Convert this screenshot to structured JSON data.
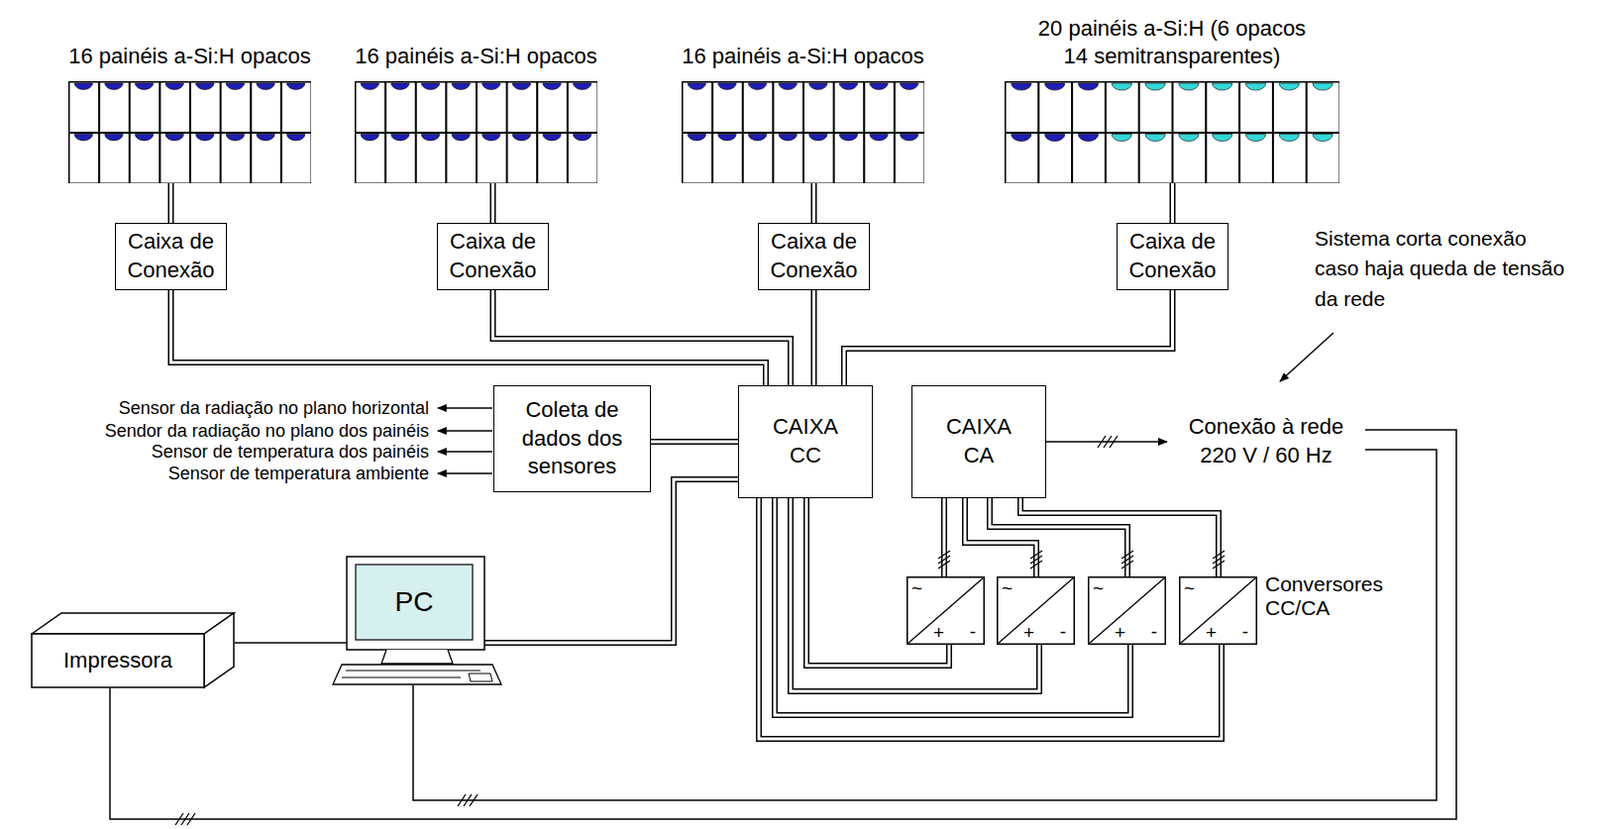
{
  "diagram": {
    "nodes": [
      {
        "text": [
          "16 painéis a-Si:H opacos"
        ]
      },
      {
        "text": [
          "16 painéis a-Si:H opacos"
        ]
      },
      {
        "text": [
          "16 painéis a-Si:H opacos"
        ]
      },
      {
        "text": [
          "20 painéis a-Si:H (6 opacos 14 semitransparentes)"
        ]
      },
      {
        "text": [
          "Caixa de Conexão"
        ]
      },
      {
        "text": [
          "Caixa de Conexão"
        ]
      },
      {
        "text": [
          "Caixa de Conexão"
        ]
      },
      {
        "text": [
          "Caixa de Conexão"
        ]
      },
      {
        "text": [
          "Coleta de dados dos sensores"
        ]
      },
      {
        "text": [
          "CAIXA CC"
        ]
      },
      {
        "text": [
          "CAIXA CA"
        ]
      },
      {
        "text": [
          "Conexão à rede 220 V / 60 Hz"
        ]
      },
      {
        "text": [
          "PC"
        ]
      },
      {
        "text": [
          "Impressora"
        ]
      },
      {
        "text": [
          "~",
          "+",
          "-"
        ]
      },
      {
        "text": [
          "~",
          "+",
          "-"
        ]
      },
      {
        "text": [
          "~",
          "+",
          "-"
        ]
      },
      {
        "text": [
          "~",
          "+",
          "-"
        ]
      }
    ],
    "edges": [
      {
        "from": 0,
        "to": 4,
        "arrow": "none"
      },
      {
        "from": 1,
        "to": 5,
        "arrow": "none"
      },
      {
        "from": 2,
        "to": 6,
        "arrow": "none"
      },
      {
        "from": 3,
        "to": 7,
        "arrow": "none"
      },
      {
        "from": 4,
        "to": 9,
        "arrow": "none"
      },
      {
        "from": 5,
        "to": 9,
        "arrow": "none"
      },
      {
        "from": 6,
        "to": 9,
        "arrow": "none"
      },
      {
        "from": 7,
        "to": 9,
        "arrow": "none"
      },
      {
        "from": 8,
        "to": 9,
        "arrow": "none"
      },
      {
        "from": 9,
        "to": 12,
        "arrow": "none"
      },
      {
        "from": 9,
        "to": 14,
        "arrow": "none"
      },
      {
        "from": 9,
        "to": 15,
        "arrow": "none"
      },
      {
        "from": 9,
        "to": 16,
        "arrow": "none"
      },
      {
        "from": 9,
        "to": 17,
        "arrow": "none"
      },
      {
        "from": 14,
        "to": 10,
        "arrow": "none"
      },
      {
        "from": 15,
        "to": 10,
        "arrow": "none"
      },
      {
        "from": 16,
        "to": 10,
        "arrow": "none"
      },
      {
        "from": 17,
        "to": 10,
        "arrow": "none"
      },
      {
        "from": 10,
        "to": 11,
        "arrow": "to"
      },
      {
        "from": 11,
        "to": 12,
        "arrow": "none"
      },
      {
        "from": 11,
        "to": 13,
        "arrow": "none"
      },
      {
        "from": 12,
        "to": 13,
        "arrow": "none"
      }
    ],
    "labels": [
      "Sensor da radiação no plano horizontal",
      "Sendor da radiação no plano dos painéis",
      "Sensor de temperatura dos painéis",
      "Sensor de temperatura ambiente",
      "Conversores CC/CA",
      "Sistema corta conexão caso haja queda de tensão da rede"
    ]
  }
}
